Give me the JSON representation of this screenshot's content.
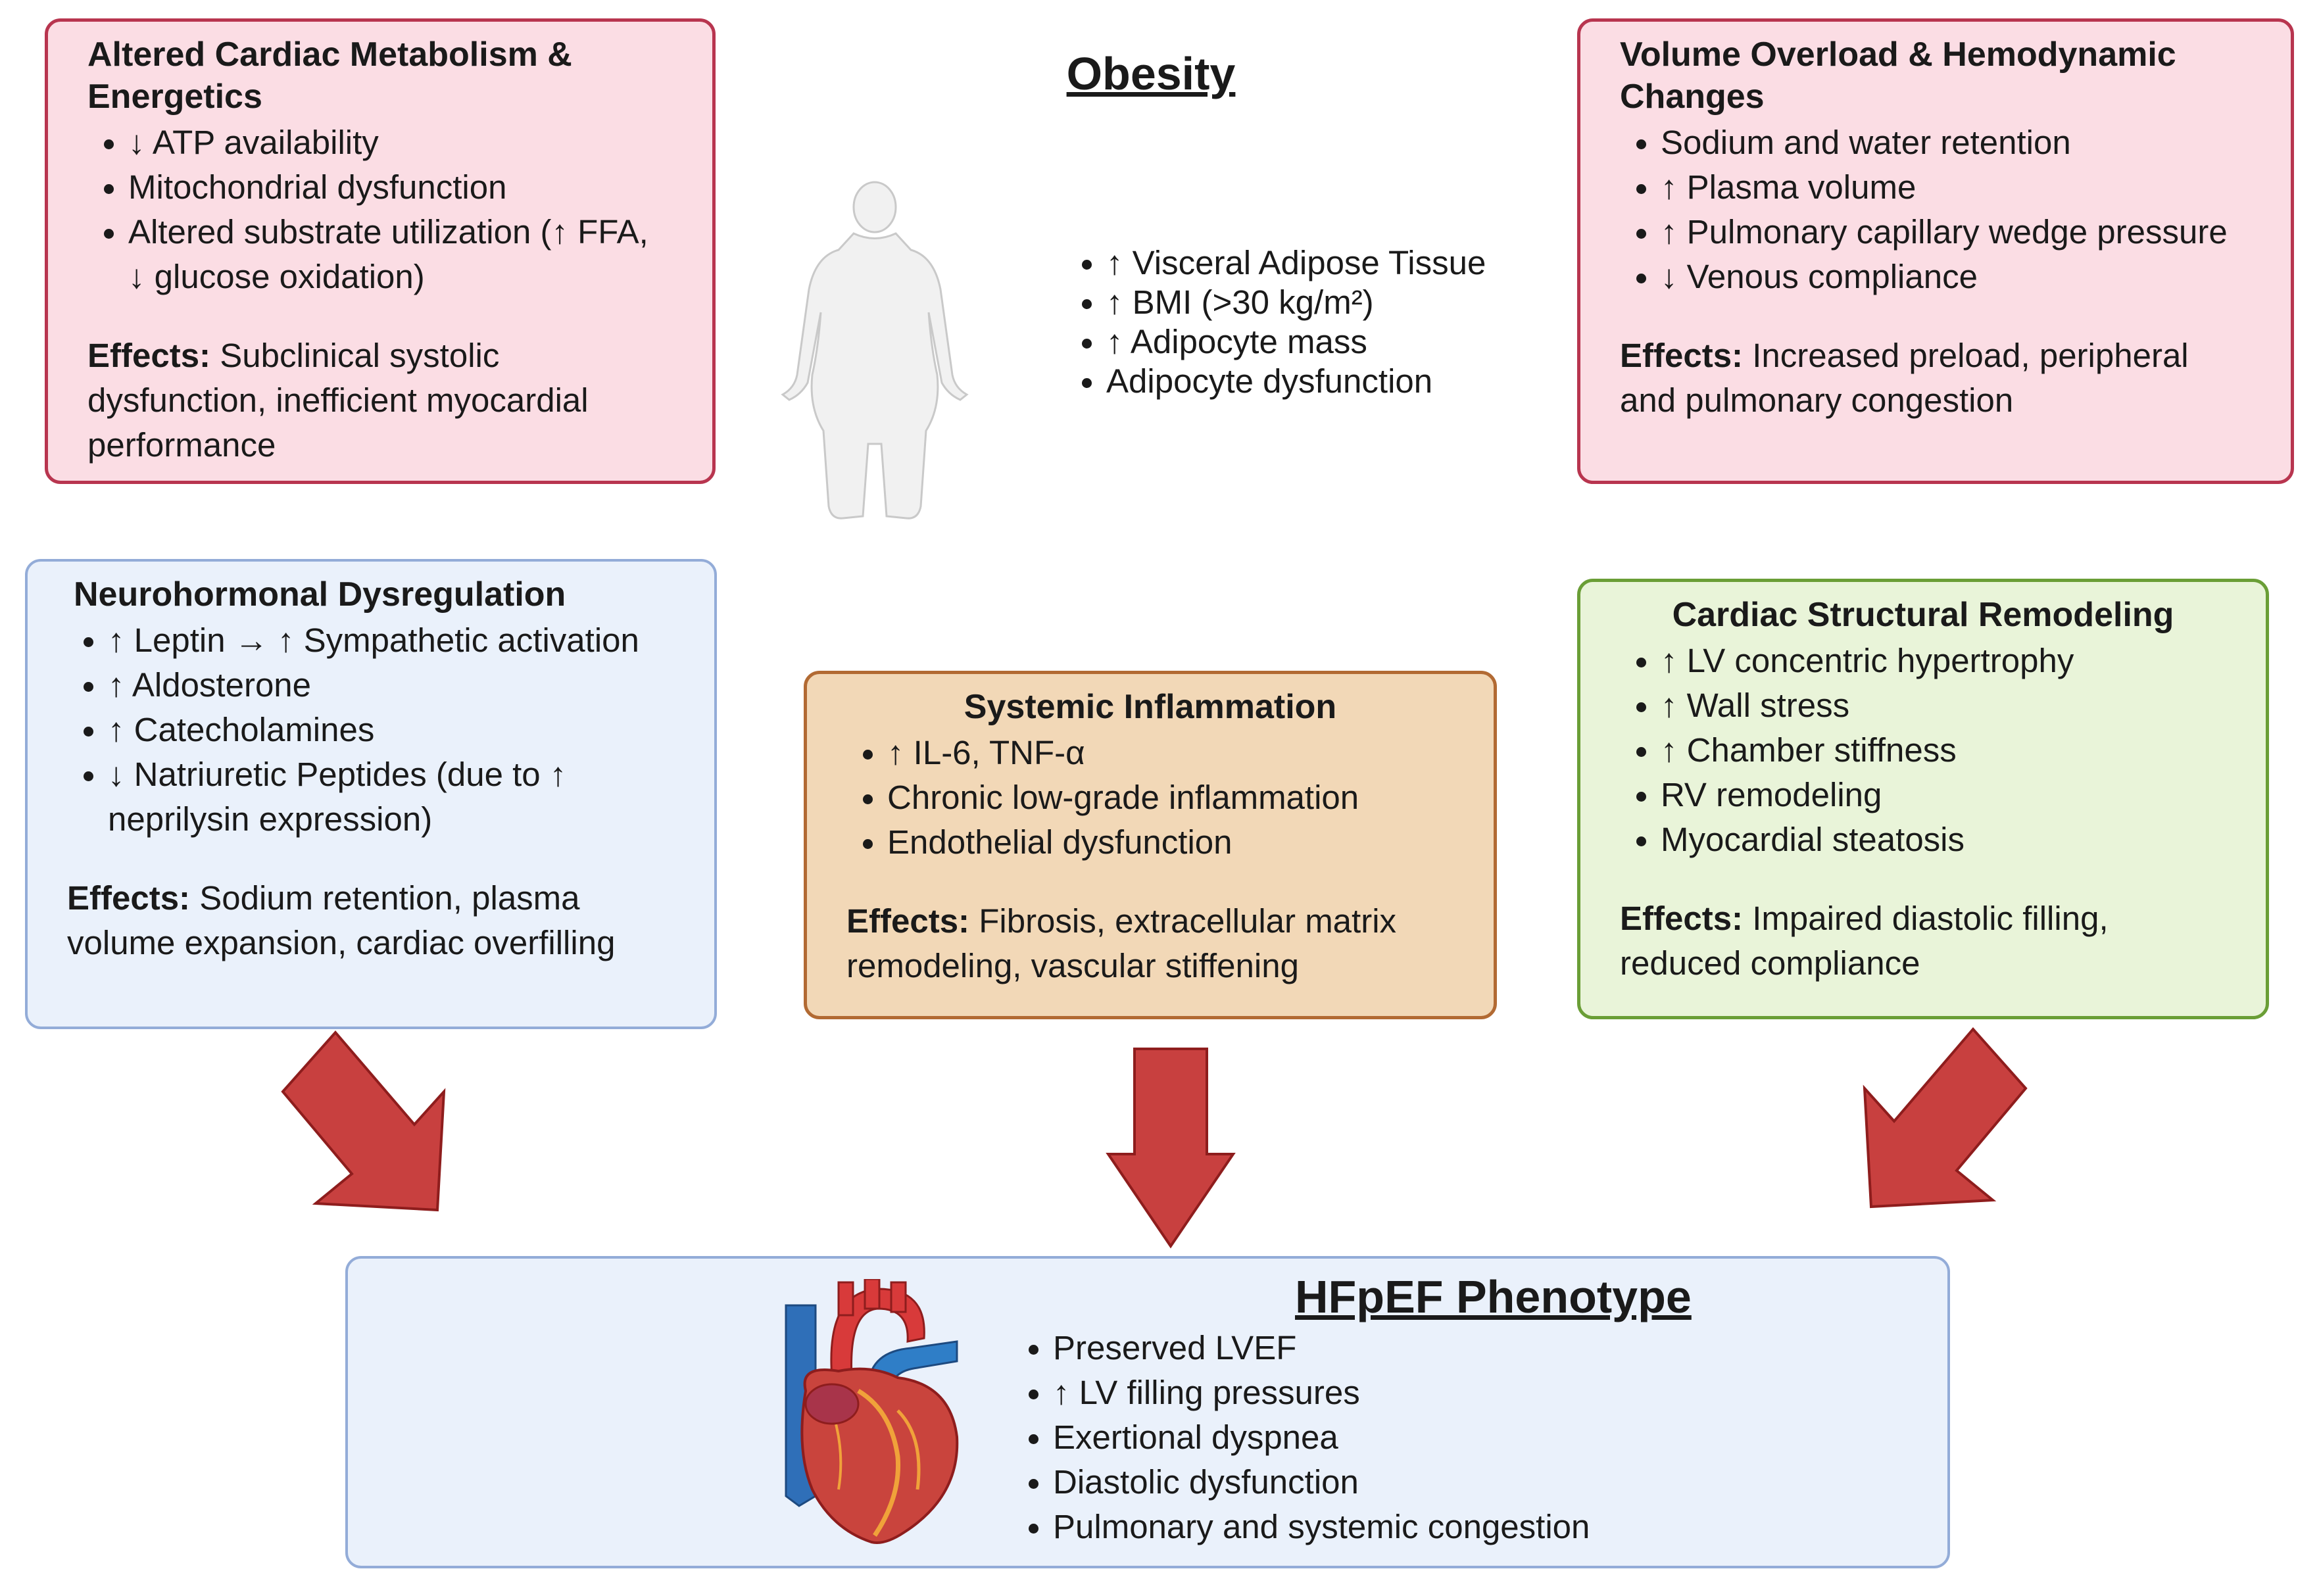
{
  "center": {
    "title": "Obesity",
    "bullets": [
      "↑ Visceral Adipose Tissue",
      "↑ BMI (>30 kg/m²)",
      "↑ Adipocyte mass",
      "Adipocyte dysfunction"
    ]
  },
  "metabolism": {
    "title": "Altered Cardiac Metabolism & Energetics",
    "bullets": [
      "↓ ATP availability",
      "Mitochondrial dysfunction",
      "Altered substrate utilization (↑ FFA, ↓ glucose oxidation)"
    ],
    "effects_label": "Effects:",
    "effects_text": " Subclinical systolic dysfunction, inefficient myocardial performance"
  },
  "volume": {
    "title": "Volume Overload & Hemodynamic Changes",
    "bullets": [
      "Sodium and water retention",
      "↑ Plasma volume",
      "↑ Pulmonary capillary wedge pressure",
      "↓ Venous compliance"
    ],
    "effects_label": "Effects:",
    "effects_text": " Increased preload, peripheral and pulmonary congestion"
  },
  "neuro": {
    "title": "Neurohormonal Dysregulation",
    "bullets": [
      "↑ Leptin → ↑ Sympathetic activation",
      "↑ Aldosterone",
      "↑ Catecholamines",
      "↓ Natriuretic Peptides (due to ↑ neprilysin expression)"
    ],
    "effects_label": "Effects:",
    "effects_text": " Sodium retention, plasma volume expansion, cardiac overfilling"
  },
  "inflammation": {
    "title": "Systemic Inflammation",
    "bullets": [
      "↑ IL-6, TNF-α",
      "Chronic low-grade inflammation",
      "Endothelial dysfunction"
    ],
    "effects_label": "Effects:",
    "effects_text": " Fibrosis, extracellular matrix remodeling, vascular stiffening"
  },
  "structural": {
    "title": "Cardiac Structural Remodeling",
    "bullets": [
      "↑ LV concentric hypertrophy",
      "↑ Wall stress",
      "↑ Chamber stiffness",
      "RV remodeling",
      "Myocardial steatosis"
    ],
    "effects_label": "Effects:",
    "effects_text": " Impaired diastolic filling, reduced compliance"
  },
  "hfpef": {
    "title": "HFpEF Phenotype",
    "bullets": [
      "Preserved LVEF",
      "↑ LV filling pressures",
      "Exertional dyspnea",
      "Diastolic dysfunction",
      "Pulmonary and systemic congestion"
    ]
  },
  "colors": {
    "arrow": "#c8403f",
    "arrow_border": "#8e1d1d",
    "pink_box": "#fbdde4",
    "blue_box": "#eaf1fb",
    "orange_box": "#f2d8b7",
    "green_box": "#e9f4d9"
  },
  "icons": [
    "human-figure-icon",
    "heart-icon",
    "arrow-down-right-icon",
    "arrow-down-icon",
    "arrow-down-left-icon"
  ]
}
